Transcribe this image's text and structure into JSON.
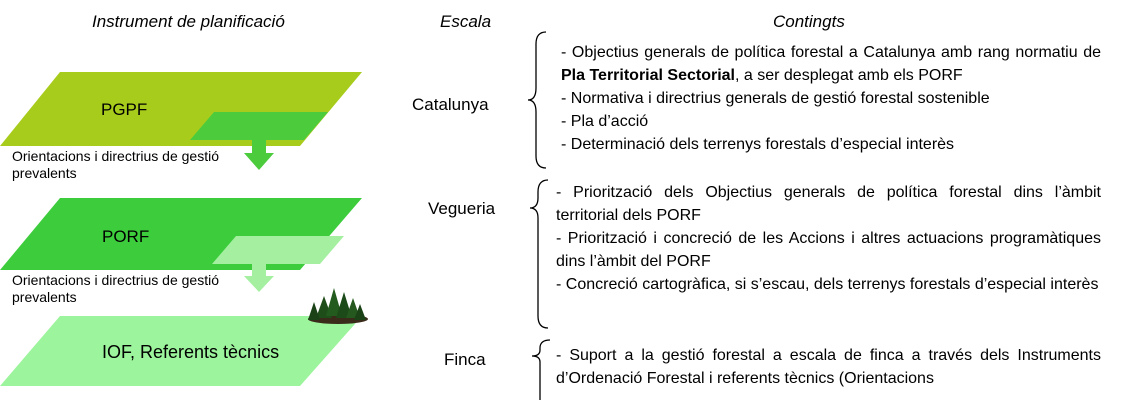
{
  "headers": {
    "instrument": "Instrument de planificació",
    "scale": "Escala",
    "contents": "Contingts"
  },
  "colors": {
    "layer1": "#a8cc1c",
    "layer1_inner": "#4ccc3c",
    "layer2": "#3ccc3c",
    "layer2_inner": "#a4f0a0",
    "layer3": "#9cf49c",
    "arrow1": "#4ccc3c",
    "arrow2": "#a4f0a0"
  },
  "layers": [
    {
      "label": "PGPF",
      "scale": "Catalunya"
    },
    {
      "label": "PORF",
      "scale": "Vegueria"
    },
    {
      "label": "IOF, Referents tècnics",
      "scale": "Finca"
    }
  ],
  "notes": {
    "note1": "Orientacions i directrius de gestió prevalents",
    "note2": "Orientacions i directrius de gestió prevalents"
  },
  "tree_icon": "forest-icon",
  "catalunya": {
    "item1_pre": "- Objectius generals de política forestal a Catalunya amb rang normatiu de ",
    "item1_bold": "Pla Territorial Sectorial",
    "item1_post": ", a ser desplegat amb els PORF",
    "item2": "- Normativa i directrius generals de gestió forestal sostenible",
    "item3": "- Pla d’acció",
    "item4": "- Determinació dels terrenys forestals d’especial interès"
  },
  "vegueria": {
    "item1": "- Priorització dels Objectius generals de política forestal dins l’àmbit territorial dels PORF",
    "item2": "- Priorització i concreció de les Accions i altres actuacions programàtiques dins l’àmbit del PORF",
    "item3": "- Concreció cartogràfica, si s’escau, dels terrenys forestals d’especial interès"
  },
  "finca": {
    "item1": "- Suport a la gestió forestal a escala de finca a través dels Instruments d’Ordenació Forestal i referents tècnics (Orientacions"
  }
}
